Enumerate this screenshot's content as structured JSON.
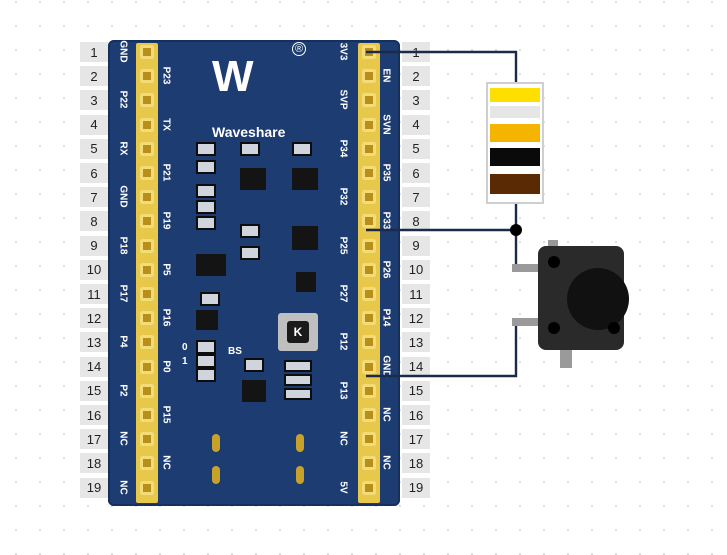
{
  "brand": {
    "logo": "W",
    "name": "Waveshare",
    "registered": "®"
  },
  "chip_label": "K",
  "silk": {
    "bs": "BS",
    "zero": "0",
    "one": "1"
  },
  "row_numbers": [
    "1",
    "2",
    "3",
    "4",
    "5",
    "6",
    "7",
    "8",
    "9",
    "10",
    "11",
    "12",
    "13",
    "14",
    "15",
    "16",
    "17",
    "18",
    "19"
  ],
  "left_pins": [
    "GND",
    "",
    "P22",
    "",
    "RX",
    "",
    "GND",
    "",
    "P18",
    "",
    "P17",
    "",
    "P4",
    "",
    "P2",
    "",
    "NC",
    "",
    "NC"
  ],
  "left_inner_pins": [
    "",
    "P23",
    "",
    "TX",
    "",
    "P21",
    "",
    "P19",
    "",
    "P5",
    "",
    "P16",
    "",
    "P0",
    "",
    "P15",
    "",
    "NC",
    ""
  ],
  "right_inner_pins": [
    "3V3",
    "",
    "SVP",
    "",
    "P34",
    "",
    "P32",
    "",
    "P25",
    "",
    "P27",
    "",
    "P12",
    "",
    "P13",
    "",
    "NC",
    "",
    "5V"
  ],
  "right_pins": [
    "",
    "EN",
    "",
    "SVN",
    "",
    "P35",
    "",
    "P33",
    "",
    "P26",
    "",
    "P14",
    "",
    "GND",
    "",
    "NC",
    "",
    "NC",
    ""
  ],
  "resistor_bands": [
    "#ffdf00",
    "#e6e6e6",
    "#f5b400",
    "#0a0a0a",
    "#5a2a05"
  ],
  "colors": {
    "board": "#1d3c72",
    "header": "#e8c84a",
    "wire": "#1b2a4a"
  }
}
